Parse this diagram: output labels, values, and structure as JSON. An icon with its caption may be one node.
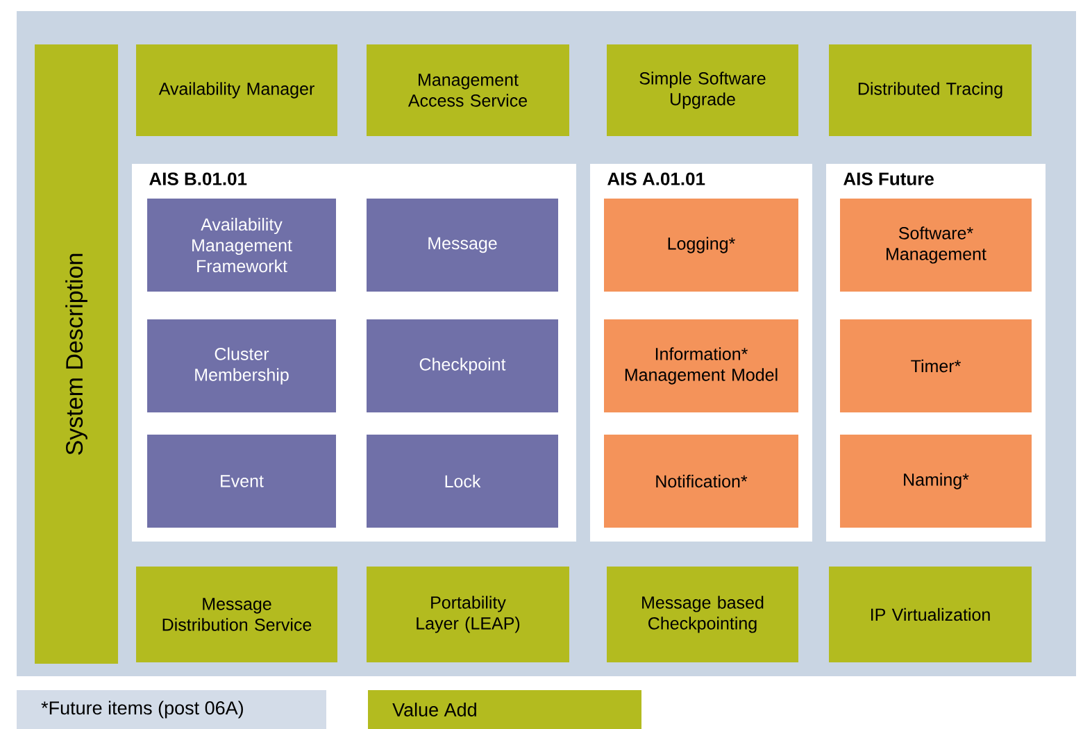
{
  "diagram": {
    "nodes": [
      {
        "text": [
          "System Description"
        ]
      },
      {
        "text": [
          "Availability Manager"
        ]
      },
      {
        "text": [
          "Management Access Service"
        ]
      },
      {
        "text": [
          "Simple Software Upgrade"
        ]
      },
      {
        "text": [
          "Distributed Tracing"
        ]
      },
      {
        "text": [
          "AIS B.01.01"
        ]
      },
      {
        "text": [
          "Availability Management Frameworkt"
        ],
        "in": 5
      },
      {
        "text": [
          "Message"
        ],
        "in": 5
      },
      {
        "text": [
          "Cluster Membership"
        ],
        "in": 5
      },
      {
        "text": [
          "Checkpoint"
        ],
        "in": 5
      },
      {
        "text": [
          "Event"
        ],
        "in": 5
      },
      {
        "text": [
          "Lock"
        ],
        "in": 5
      },
      {
        "text": [
          "AIS A.01.01"
        ]
      },
      {
        "text": [
          "Logging*"
        ],
        "in": 12
      },
      {
        "text": [
          "Information* Management Model"
        ],
        "in": 12
      },
      {
        "text": [
          "Notification*"
        ],
        "in": 12
      },
      {
        "text": [
          "AIS Future"
        ]
      },
      {
        "text": [
          "Software* Management"
        ],
        "in": 16
      },
      {
        "text": [
          "Timer*"
        ],
        "in": 16
      },
      {
        "text": [
          "Naming*"
        ],
        "in": 16
      },
      {
        "text": [
          "Message Distribution Service"
        ]
      },
      {
        "text": [
          "Portability Layer (LEAP)"
        ]
      },
      {
        "text": [
          "Message based Checkpointing"
        ]
      },
      {
        "text": [
          "IP Virtualization"
        ]
      }
    ],
    "edges": [],
    "legend": [
      {
        "text": "*Future items (post 06A)",
        "color": "#d3dce8"
      },
      {
        "text": "Value Add",
        "color": "#b3bb1f"
      }
    ]
  }
}
